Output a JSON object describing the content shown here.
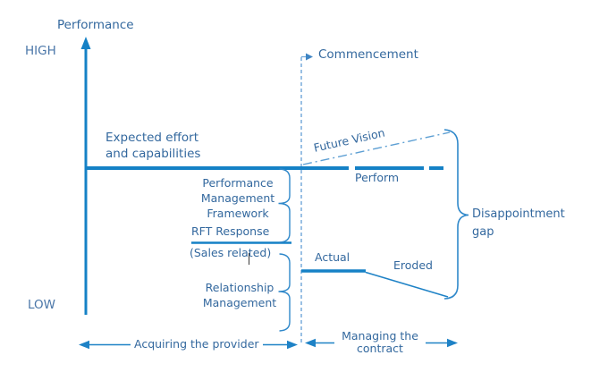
{
  "colors": {
    "line_blue": "#1581c6",
    "light_blue": "#6ea6d8",
    "brace_blue": "#2f88ca",
    "text_blue": "#33689e",
    "muted_text_blue": "#4a76a8"
  },
  "axis": {
    "title": "Performance",
    "high": "HIGH",
    "low": "LOW"
  },
  "timeline": {
    "commencement": "Commencement",
    "acquiring": "Acquiring the provider",
    "managing_line1": "Managing the",
    "managing_line2": "contract"
  },
  "lines": {
    "expected_line1": "Expected effort",
    "expected_line2": "and capabilities",
    "future_vision": "Future Vision",
    "perform": "Perform",
    "actual": "Actual",
    "eroded": "Eroded"
  },
  "annotations": {
    "pmf_line1": "Performance",
    "pmf_line2": "Management",
    "pmf_line3": "Framework",
    "rft": "RFT Response",
    "sales": "(Sales related)",
    "rel_line1": "Relationship",
    "rel_line2": "Management",
    "gap_line1": "Disappointment",
    "gap_line2": "gap"
  }
}
